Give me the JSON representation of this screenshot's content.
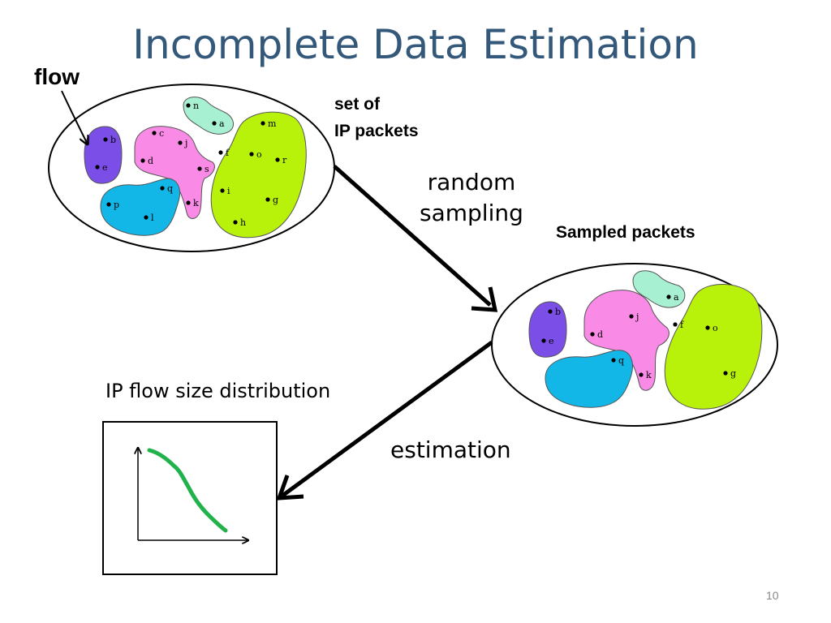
{
  "title": "Incomplete Data Estimation",
  "labels": {
    "flow": "flow",
    "set_of_line1": "set of",
    "set_of_line2": "IP packets",
    "random_line1": "random",
    "random_line2": "sampling",
    "sampled_packets": "Sampled packets",
    "flow_size_distribution": "IP flow size distribution",
    "estimation": "estimation"
  },
  "page_number": "10",
  "original_set": {
    "packets": [
      "n",
      "a",
      "b",
      "e",
      "c",
      "j",
      "d",
      "s",
      "k",
      "f",
      "m",
      "o",
      "r",
      "i",
      "g",
      "h",
      "q",
      "p",
      "l"
    ]
  },
  "sampled_set": {
    "packets": [
      "a",
      "b",
      "e",
      "j",
      "d",
      "f",
      "o",
      "q",
      "k",
      "g"
    ]
  },
  "colors": {
    "title": "#33587a",
    "flow_purple": "#7b4ee8",
    "flow_pink": "#f98ae6",
    "flow_mint": "#a8f0d2",
    "flow_cyan": "#12b7e8",
    "flow_lime": "#b8f20a",
    "curve": "#22b24c"
  }
}
